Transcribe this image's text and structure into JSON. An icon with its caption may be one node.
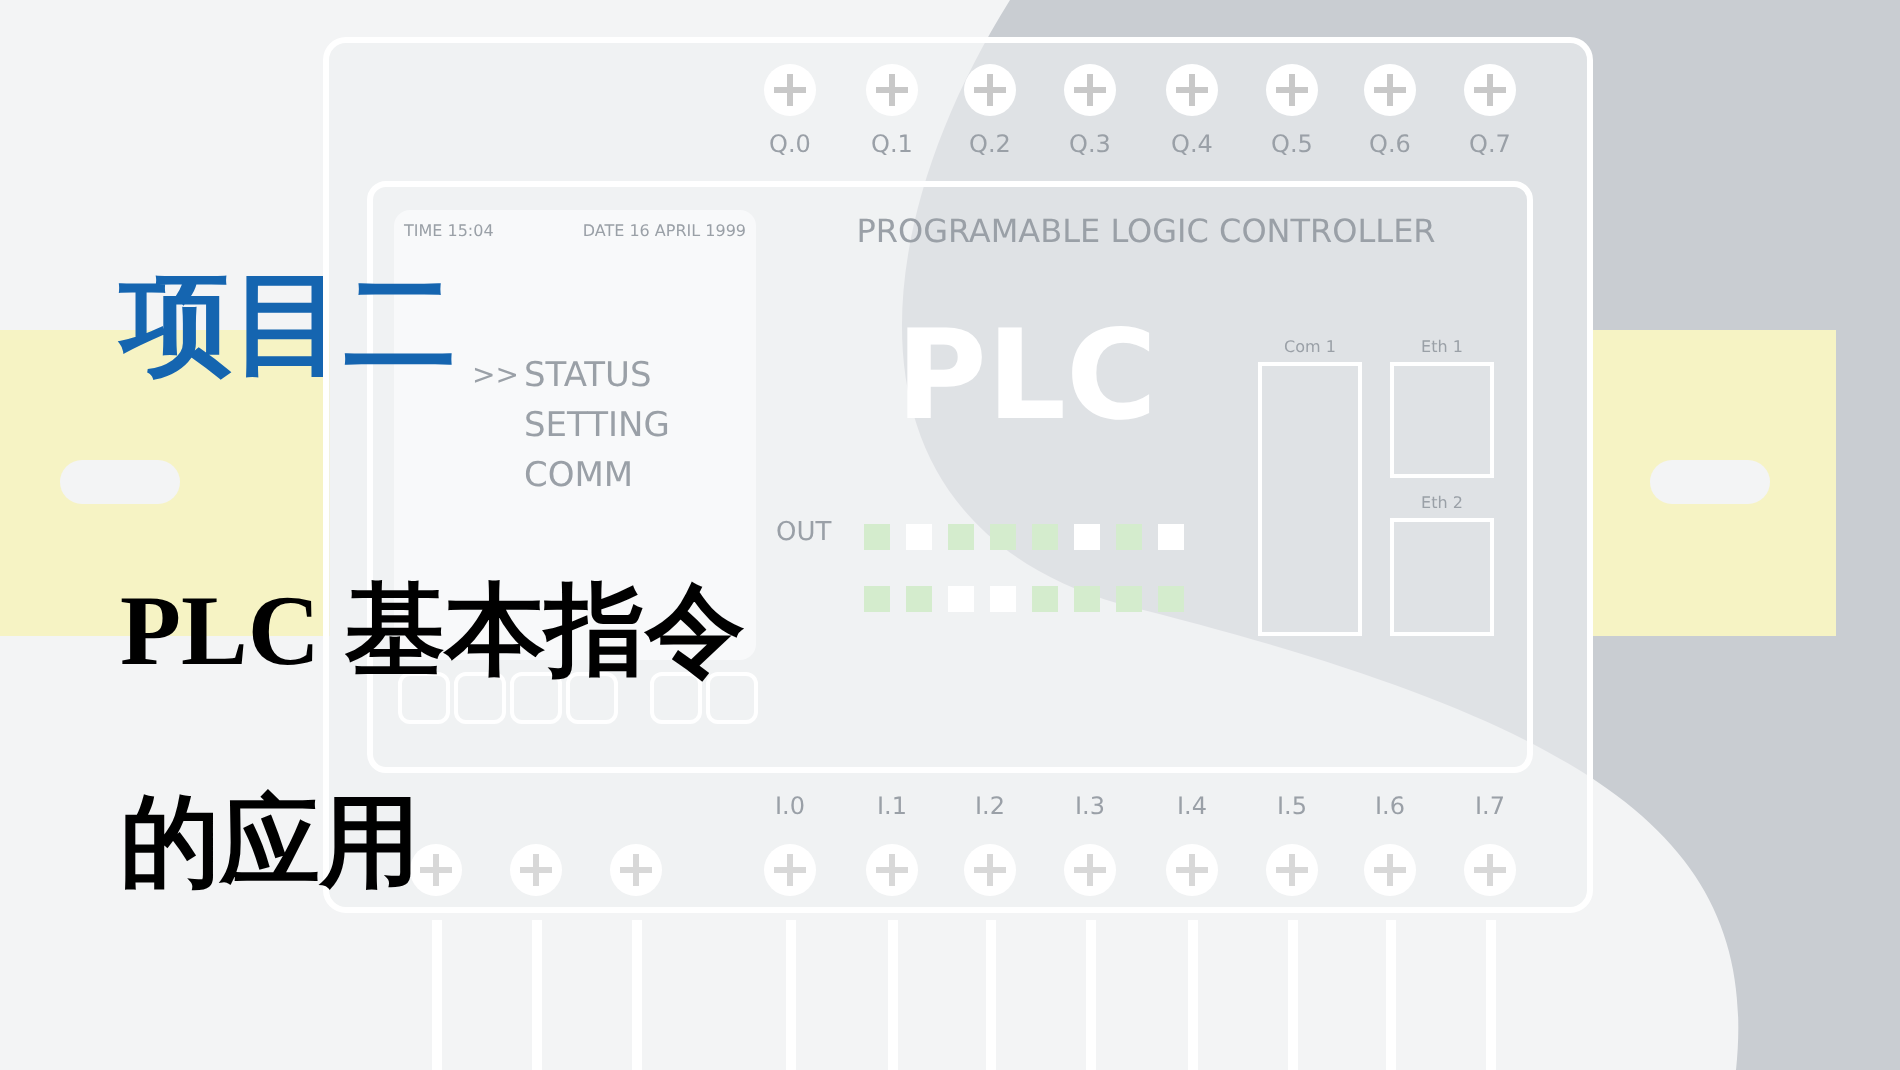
{
  "diagram": {
    "title": "项目二",
    "labels": [
      "PLC 基本指令的应用",
      "Q.0",
      "Q.1",
      "Q.2",
      "Q.3",
      "Q.4",
      "Q.5",
      "Q.6",
      "Q.7",
      "PROGRAMABLE LOGIC CONTROLLER",
      "TIME 15:04",
      "DATE 16 APRIL 1999",
      "PLC",
      ">>",
      "STATUS",
      "SETTING",
      "COMM",
      "Com 1",
      "Eth 1",
      "Eth 2",
      "OUT",
      "I.0",
      "I.1",
      "I.2",
      "I.3",
      "I.4",
      "I.5",
      "I.6",
      "I.7"
    ]
  }
}
